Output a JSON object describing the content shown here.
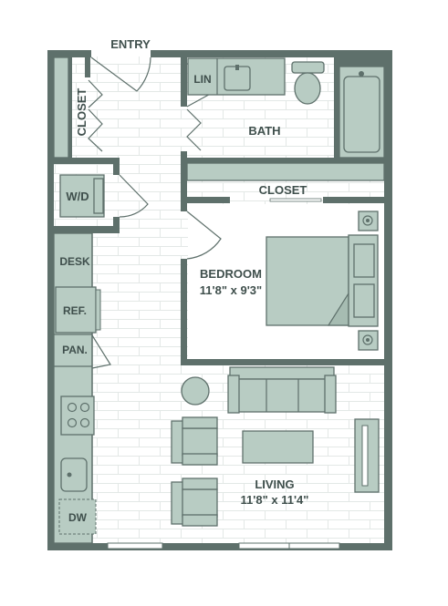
{
  "plan": {
    "labels": {
      "entry": "ENTRY",
      "closet_entry": "CLOSET",
      "lin": "LIN",
      "bath": "BATH",
      "wd": "W/D",
      "closet_bedroom": "CLOSET",
      "bedroom_name": "BEDROOM",
      "bedroom_size": "11'8\" x 9'3\"",
      "desk": "DESK",
      "ref": "REF.",
      "pan": "PAN.",
      "dw": "DW",
      "living_name": "LIVING",
      "living_size": "11'8\" x 11'4\""
    },
    "colors": {
      "wall": "#5e706b",
      "fixture": "#b8ccc3",
      "floor_lines": "#e3e8e6",
      "text": "#3f4f4c"
    }
  }
}
